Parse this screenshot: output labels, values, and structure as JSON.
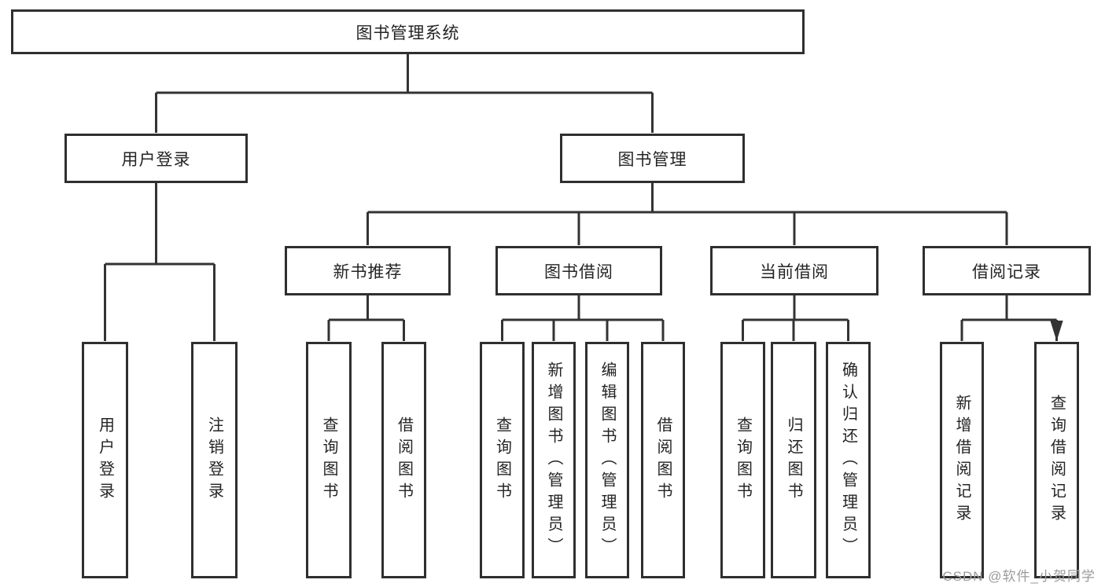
{
  "colors": {
    "line": "#333333",
    "border": "#2f2f2f",
    "text": "#242424",
    "background": "#ffffff",
    "watermark": "#9b9b9b"
  },
  "diagram": {
    "root": {
      "label": "图书管理系统"
    },
    "level2": [
      {
        "label": "用户登录"
      },
      {
        "label": "图书管理"
      }
    ],
    "level3": [
      {
        "label": "新书推荐"
      },
      {
        "label": "图书借阅"
      },
      {
        "label": "当前借阅"
      },
      {
        "label": "借阅记录"
      }
    ],
    "leaves": [
      {
        "label": "用户登录"
      },
      {
        "label": "注销登录"
      },
      {
        "label": "查询图书"
      },
      {
        "label": "借阅图书"
      },
      {
        "label": "查询图书"
      },
      {
        "label": "新增图书（管理员）"
      },
      {
        "label": "编辑图书（管理员）"
      },
      {
        "label": "借阅图书"
      },
      {
        "label": "查询图书"
      },
      {
        "label": "归还图书"
      },
      {
        "label": "确认归还（管理员）"
      },
      {
        "label": "新增借阅记录"
      },
      {
        "label": "查询借阅记录"
      }
    ]
  },
  "watermark": {
    "text": "CSDN @软件_小贺同学"
  }
}
